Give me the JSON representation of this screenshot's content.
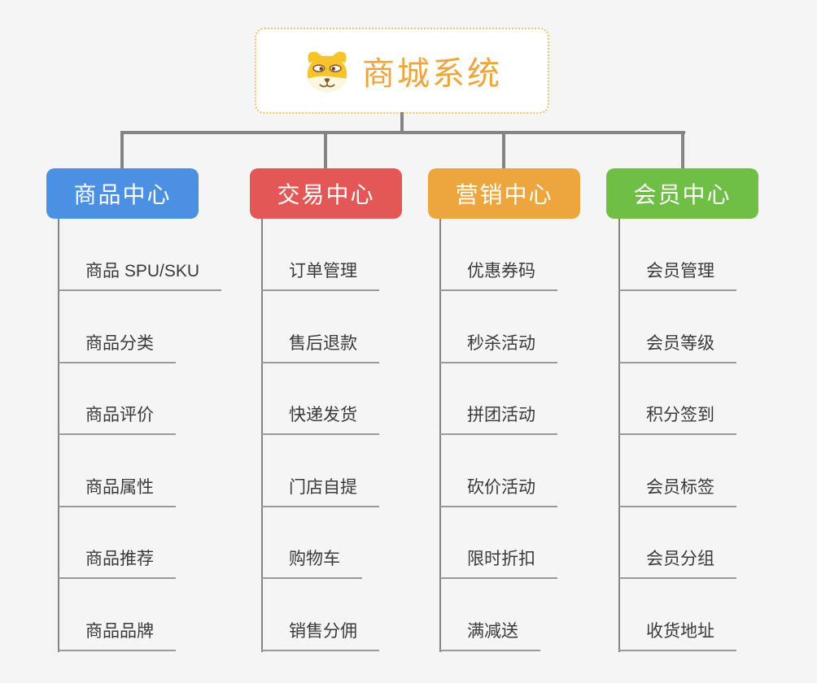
{
  "root": {
    "title": "商城系统",
    "icon": "dog-face-icon",
    "text_color": "#F0A53C",
    "border_color": "#F3C069",
    "background": "#FFFFFF"
  },
  "branches": [
    {
      "label": "商品中心",
      "color": "#4B90E2",
      "items": [
        "商品 SPU/SKU",
        "商品分类",
        "商品评价",
        "商品属性",
        "商品推荐",
        "商品品牌"
      ]
    },
    {
      "label": "交易中心",
      "color": "#E35757",
      "items": [
        "订单管理",
        "售后退款",
        "快递发货",
        "门店自提",
        "购物车",
        "销售分佣"
      ]
    },
    {
      "label": "营销中心",
      "color": "#EDA63D",
      "items": [
        "优惠券码",
        "秒杀活动",
        "拼团活动",
        "砍价活动",
        "限时折扣",
        "满减送"
      ]
    },
    {
      "label": "会员中心",
      "color": "#6FBE45",
      "items": [
        "会员管理",
        "会员等级",
        "积分签到",
        "会员标签",
        "会员分组",
        "收货地址"
      ]
    }
  ],
  "canvas": {
    "background": "#F5F5F5",
    "connector_color": "#848484",
    "leaf_underline_color": "#9A9A9A",
    "leaf_text_color": "#3A3A3A"
  }
}
